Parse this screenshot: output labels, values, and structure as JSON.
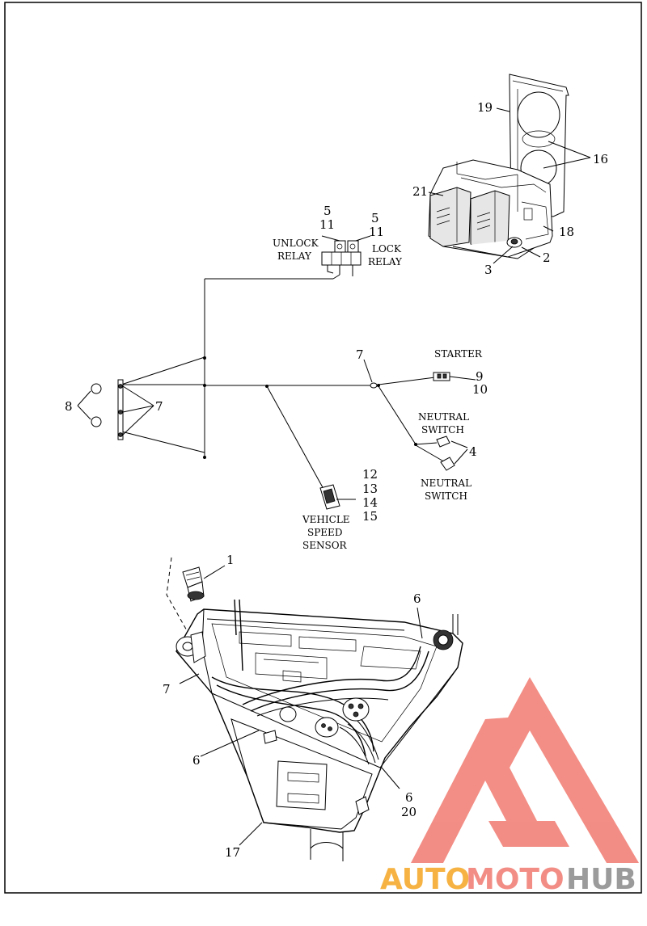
{
  "callouts": {
    "c1": "1",
    "c2": "2",
    "c3": "3",
    "c4": "4",
    "c5a": "5",
    "c11a": "11",
    "c5b": "5",
    "c11b": "11",
    "c6a": "6",
    "c6b": "6",
    "c6c": "6",
    "c20": "20",
    "c7a": "7",
    "c7b": "7",
    "c7c": "7",
    "c8": "8",
    "c9": "9",
    "c10": "10",
    "c12": "12",
    "c13": "13",
    "c14": "14",
    "c15": "15",
    "c16": "16",
    "c17": "17",
    "c18": "18",
    "c19": "19",
    "c21": "21"
  },
  "labels": {
    "unlock_relay_1": "UNLOCK",
    "unlock_relay_2": "RELAY",
    "lock_relay_1": "LOCK",
    "lock_relay_2": "RELAY",
    "starter": "STARTER",
    "neutral_switch_top_1": "NEUTRAL",
    "neutral_switch_top_2": "SWITCH",
    "neutral_switch_bottom_1": "NEUTRAL",
    "neutral_switch_bottom_2": "SWITCH",
    "vss_1": "VEHICLE",
    "vss_2": "SPEED",
    "vss_3": "SENSOR"
  },
  "watermark": {
    "part1": "AUTO",
    "part2": "MOTO",
    "part3": "HUB",
    "color_red": "#f07a70",
    "color_orange": "#f5a623",
    "color_grey": "#8a8a8a"
  }
}
